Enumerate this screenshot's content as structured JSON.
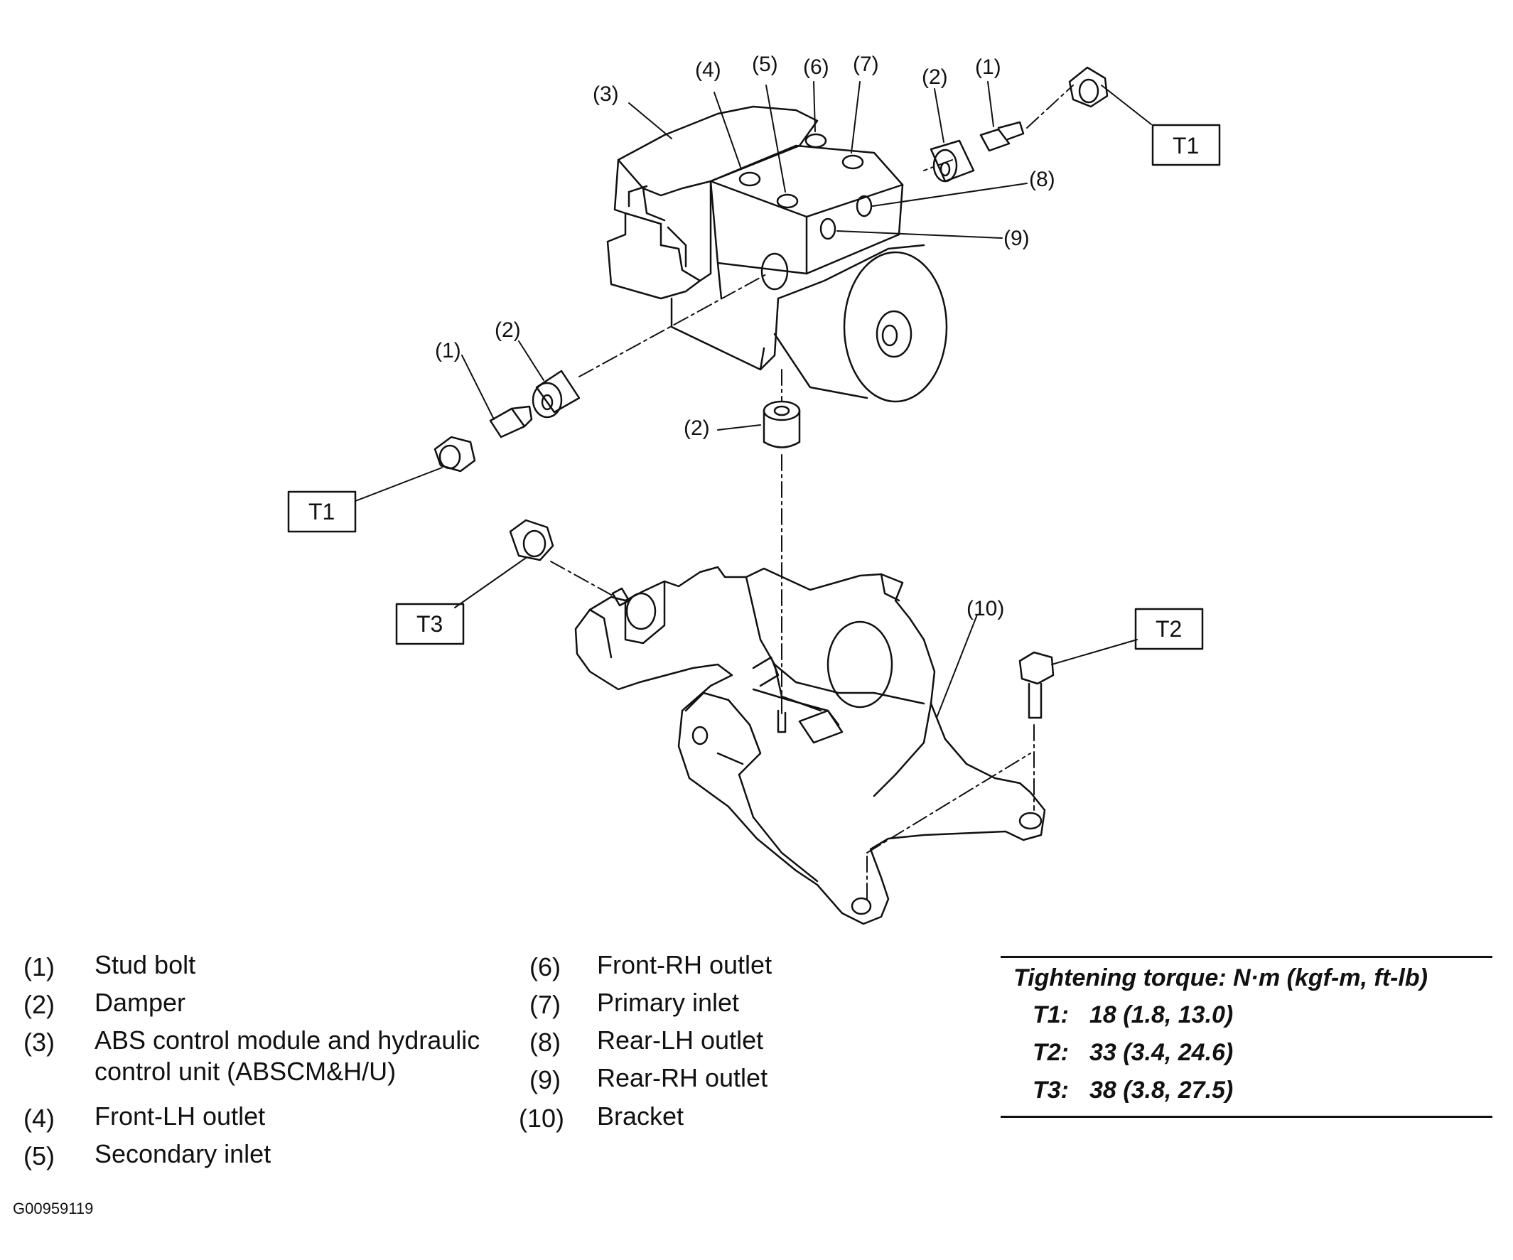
{
  "callouts": {
    "c1_top": "(1)",
    "c2_top": "(2)",
    "c3": "(3)",
    "c4": "(4)",
    "c5": "(5)",
    "c6": "(6)",
    "c7": "(7)",
    "c8": "(8)",
    "c9": "(9)",
    "c10": "(10)",
    "c1_left": "(1)",
    "c2_left": "(2)",
    "c2_bottom": "(2)"
  },
  "torque_boxes": {
    "t1_top": "T1",
    "t1_left": "T1",
    "t2": "T2",
    "t3": "T3"
  },
  "legend": [
    {
      "num": "(1)",
      "label": "Stud bolt"
    },
    {
      "num": "(2)",
      "label": "Damper"
    },
    {
      "num": "(3)",
      "label": "ABS control module and hydraulic",
      "label2": "control unit (ABSCM&H/U)"
    },
    {
      "num": "(4)",
      "label": "Front-LH outlet"
    },
    {
      "num": "(5)",
      "label": "Secondary inlet"
    },
    {
      "num": "(6)",
      "label": "Front-RH outlet"
    },
    {
      "num": "(7)",
      "label": "Primary inlet"
    },
    {
      "num": "(8)",
      "label": "Rear-LH outlet"
    },
    {
      "num": "(9)",
      "label": "Rear-RH outlet"
    },
    {
      "num": "(10)",
      "label": "Bracket"
    }
  ],
  "torque_table": {
    "title": "Tightening torque: N·m (kgf-m, ft-lb)",
    "rows": [
      {
        "key": "T1:",
        "value": "18 (1.8, 13.0)"
      },
      {
        "key": "T2:",
        "value": "33 (3.4, 24.6)"
      },
      {
        "key": "T3:",
        "value": "38 (3.8, 27.5)"
      }
    ]
  },
  "figure_code": "G00959119"
}
